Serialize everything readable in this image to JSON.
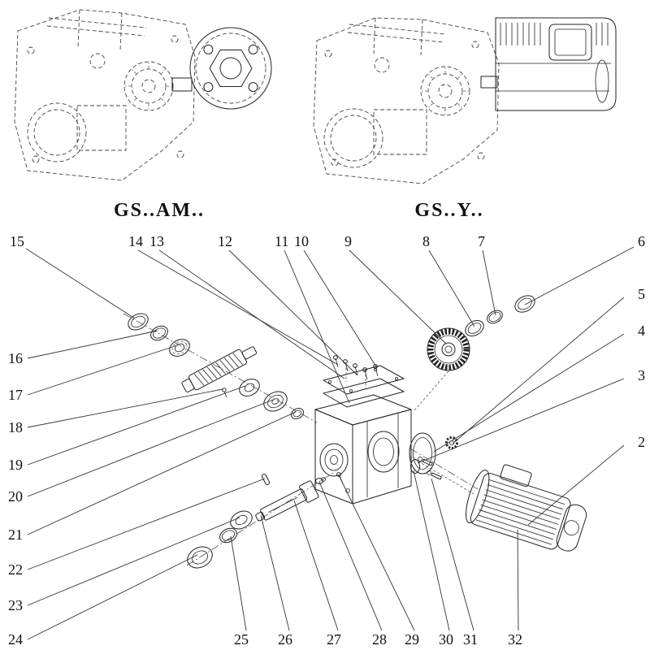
{
  "colors": {
    "background": "#ffffff",
    "line": "#222222"
  },
  "models": {
    "left_label": "GS..AM..",
    "right_label": "GS..Y.."
  },
  "callouts": {
    "c2": "2",
    "c3": "3",
    "c4": "4",
    "c5": "5",
    "c6": "6",
    "c7": "7",
    "c8": "8",
    "c9": "9",
    "c10": "10",
    "c11": "11",
    "c12": "12",
    "c13": "13",
    "c14": "14",
    "c15": "15",
    "c16": "16",
    "c17": "17",
    "c18": "18",
    "c19": "19",
    "c20": "20",
    "c21": "21",
    "c22": "22",
    "c23": "23",
    "c24": "24",
    "c25": "25",
    "c26": "26",
    "c27": "27",
    "c28": "28",
    "c29": "29",
    "c30": "30",
    "c31": "31",
    "c32": "32"
  }
}
